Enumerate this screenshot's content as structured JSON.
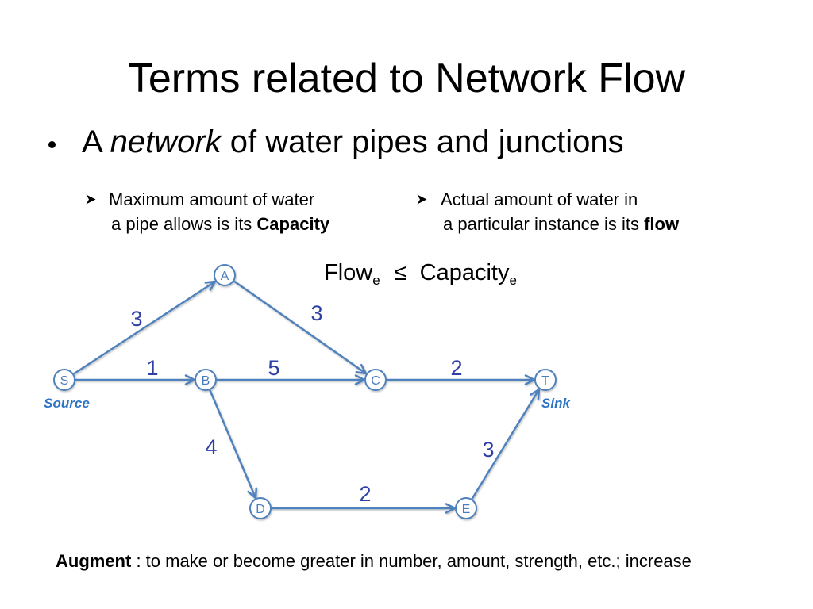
{
  "slide": {
    "title": "Terms related to Network Flow",
    "bullet": {
      "prefix": "A ",
      "emphasis": "network",
      "suffix": " of water pipes and junctions"
    },
    "sub_bullets": [
      {
        "line1": "Maximum amount of water",
        "line2": "a pipe allows is its ",
        "line2_bold": "Capacity"
      },
      {
        "line1": "Actual amount of water in",
        "line2": "a particular instance is its ",
        "line2_bold": "flow"
      }
    ],
    "formula": {
      "lhs": "Flow",
      "lhs_subscript": "e",
      "relation": "≤",
      "rhs": "Capacity",
      "rhs_subscript": "e"
    },
    "graph": {
      "nodes": [
        {
          "label": "S"
        },
        {
          "label": "A"
        },
        {
          "label": "B"
        },
        {
          "label": "C"
        },
        {
          "label": "T"
        },
        {
          "label": "D"
        },
        {
          "label": "E"
        }
      ],
      "edges": [
        {
          "from": "S",
          "to": "A",
          "capacity": 3
        },
        {
          "from": "S",
          "to": "B",
          "capacity": 1
        },
        {
          "from": "A",
          "to": "C",
          "capacity": 3
        },
        {
          "from": "B",
          "to": "C",
          "capacity": 5
        },
        {
          "from": "C",
          "to": "T",
          "capacity": 2
        },
        {
          "from": "B",
          "to": "D",
          "capacity": 4
        },
        {
          "from": "D",
          "to": "E",
          "capacity": 2
        },
        {
          "from": "E",
          "to": "T",
          "capacity": 3
        }
      ],
      "source_label": "Source",
      "sink_label": "Sink"
    },
    "footer": {
      "term": "Augment",
      "definition": " : to make or become greater in number, amount, strength, etc.; increase"
    }
  },
  "icons": {
    "bullet": "bullet-dot-icon",
    "sub_bullet": "arrow-bullet-icon",
    "edge_head": "arrowhead-icon"
  },
  "colors": {
    "text": "#000000",
    "edge": "#4f81bd",
    "node_label": "#4a7ebb",
    "capacity_label": "#2e3fa6",
    "source_sink": "#2e74c6",
    "background": "#ffffff"
  }
}
